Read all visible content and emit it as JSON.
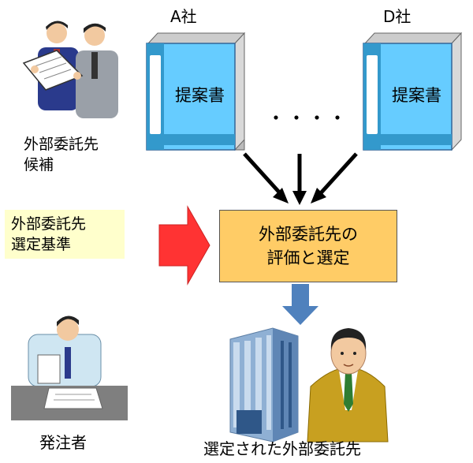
{
  "candidates": {
    "line1": "外部委託先",
    "line2": "候補"
  },
  "proposals": [
    {
      "company": "A社",
      "title": "提案書"
    },
    {
      "company": "D社",
      "title": "提案書"
    }
  ],
  "ellipsis": "・・・・",
  "criteria": {
    "line1": "外部委託先",
    "line2": "選定基準"
  },
  "evaluation": {
    "line1": "外部委託先の",
    "line2": "評価と選定"
  },
  "orderer": "発注者",
  "selected": "選定された外部委託先",
  "colors": {
    "binder": "#66ccff",
    "binder_dark": "#3399cc",
    "criteria_bg": "#ffffcc",
    "eval_bg": "#ffcc66",
    "red_arrow": "#ff3333",
    "blue_arrow": "#4f81bd"
  }
}
